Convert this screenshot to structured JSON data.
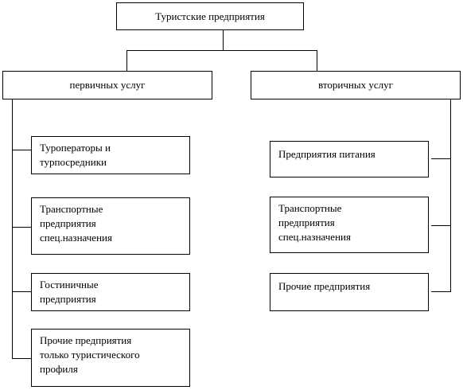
{
  "root": {
    "label": "Туристские предприятия"
  },
  "primary": {
    "label": "первичных услуг",
    "items": [
      {
        "lines": [
          "Туроператоры и",
          "турпосредники"
        ]
      },
      {
        "lines": [
          "Транспортные",
          "предприятия",
          "спец.назначения"
        ]
      },
      {
        "lines": [
          "Гостиничные",
          "предприятия"
        ]
      },
      {
        "lines": [
          "Прочие предприятия",
          "только туристического",
          "профиля"
        ]
      }
    ]
  },
  "secondary": {
    "label": "вторичных услуг",
    "items": [
      {
        "lines": [
          "Предприятия питания"
        ]
      },
      {
        "lines": [
          "Транспортные",
          "предприятия",
          "спец.назначения"
        ]
      },
      {
        "lines": [
          "Прочие предприятия"
        ]
      }
    ]
  }
}
